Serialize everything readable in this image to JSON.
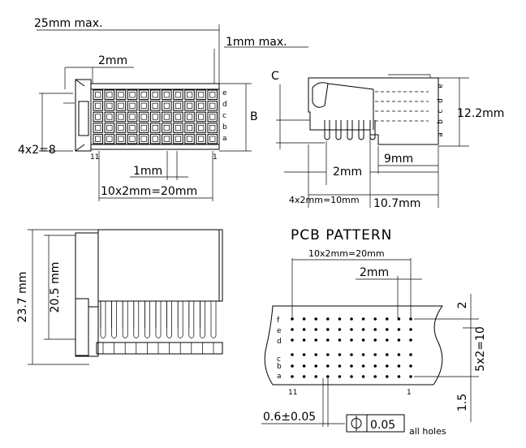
{
  "front_view": {
    "max_width": "25mm max.",
    "side_gap": "1mm max.",
    "pitch": "2mm",
    "b_label": "B",
    "height_dim": "4x2=8",
    "row_letters": [
      "e",
      "d",
      "c",
      "b",
      "a"
    ],
    "pin_left": "11",
    "pin_right": "1",
    "offset": "1mm",
    "total_width": "10x2mm=20mm"
  },
  "side_view": {
    "c_label": "C",
    "row_letters": [
      "e",
      "d",
      "c",
      "b",
      "a"
    ],
    "height": "12.2mm",
    "pitch": "2mm",
    "depth": "9mm",
    "span": "4x2mm=10mm",
    "overall": "10.7mm"
  },
  "profile_view": {
    "total_height": "23.7 mm",
    "body_height": "20.5 mm"
  },
  "pcb": {
    "title": "PCB PATTERN",
    "width": "10x2mm=20mm",
    "pitch": "2mm",
    "row_letters": [
      "f",
      "e",
      "d",
      "c",
      "b",
      "a"
    ],
    "pin_left": "11",
    "pin_right": "1",
    "top_margin": "2",
    "row_span": "5x2=10",
    "bottom_margin": "1.5",
    "hole_dia": "0.6±0.05",
    "tolerance": "0.05",
    "all_holes": "all holes"
  }
}
